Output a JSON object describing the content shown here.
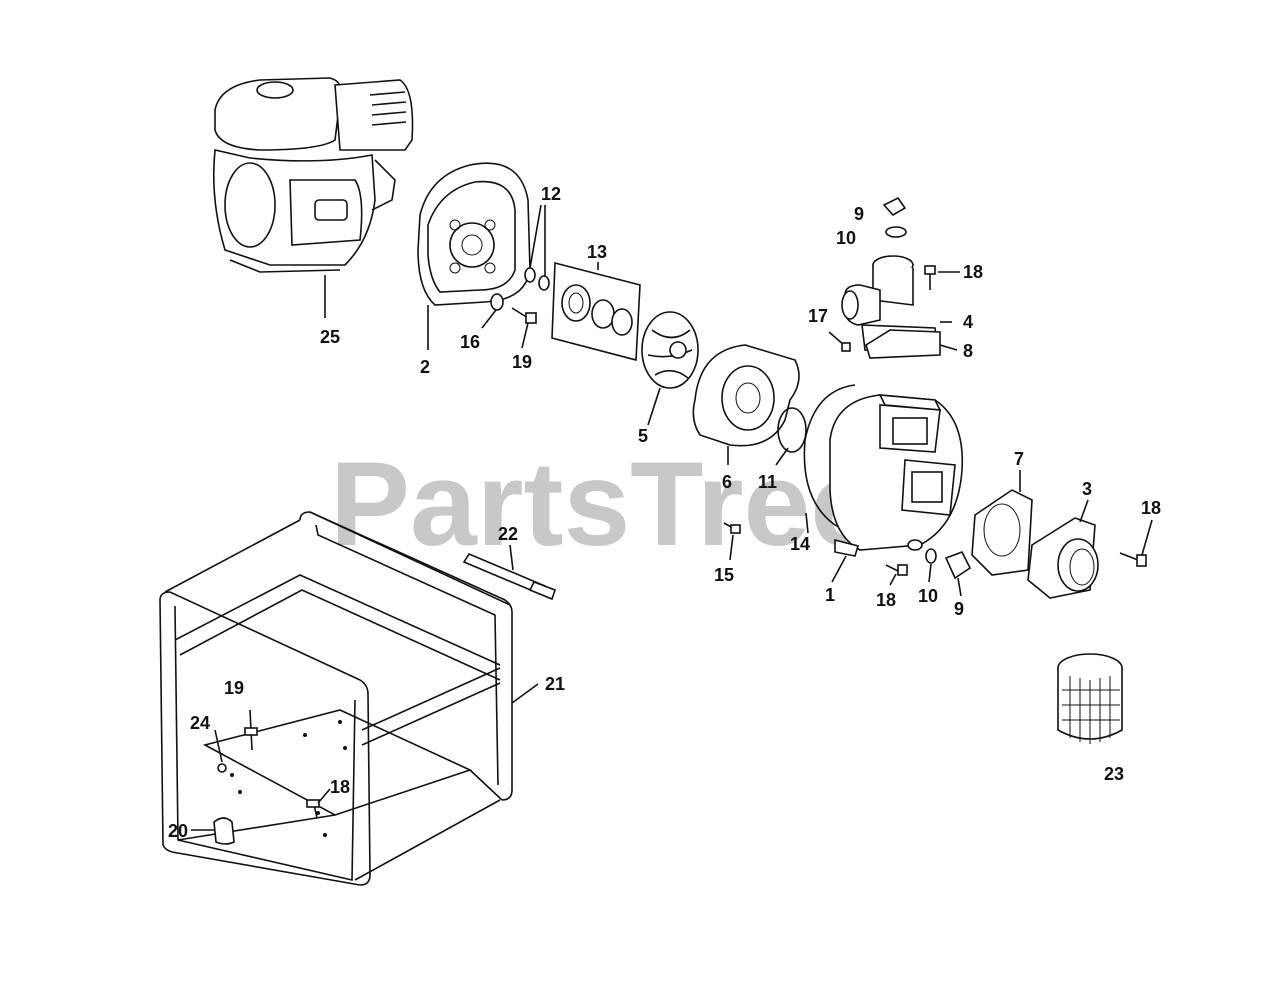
{
  "watermark": "PartsTree",
  "callouts": {
    "c1": "1",
    "c2": "2",
    "c3": "3",
    "c4": "4",
    "c5": "5",
    "c6": "6",
    "c7": "7",
    "c8": "8",
    "c9a": "9",
    "c9b": "9",
    "c10a": "10",
    "c10b": "10",
    "c11": "11",
    "c12": "12",
    "c13": "13",
    "c14": "14",
    "c15": "15",
    "c16": "16",
    "c17": "17",
    "c18a": "18",
    "c18b": "18",
    "c18c": "18",
    "c18d": "18",
    "c19a": "19",
    "c19b": "19",
    "c20": "20",
    "c21": "21",
    "c22": "22",
    "c23": "23",
    "c24": "24",
    "c25": "25"
  }
}
